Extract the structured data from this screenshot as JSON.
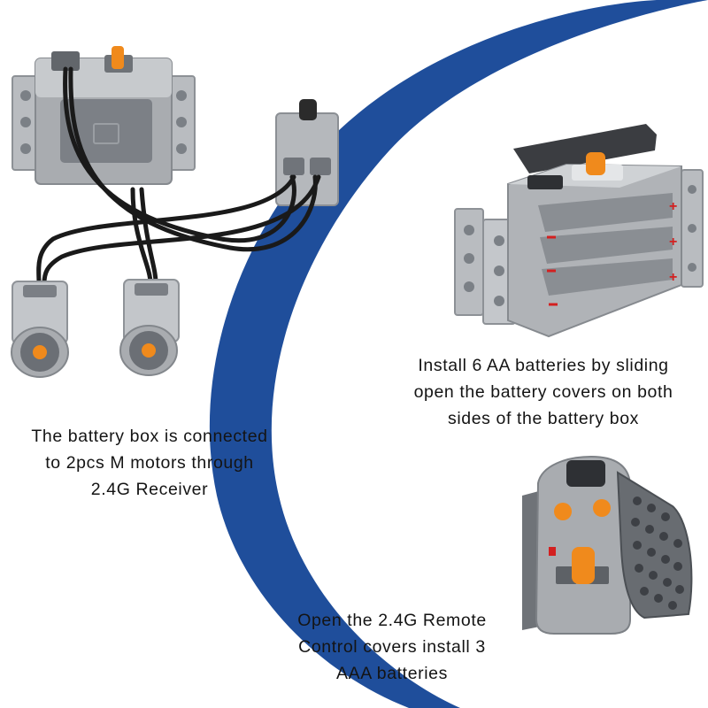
{
  "captions": {
    "battery_connection": {
      "lines": [
        "The battery box is connected",
        "to 2pcs M motors through",
        "2.4G Receiver"
      ]
    },
    "battery_install": {
      "lines": [
        "Install 6 AA batteries by sliding",
        "open the battery covers on both",
        "sides of the battery box"
      ]
    },
    "remote_install": {
      "lines": [
        "Open the 2.4G Remote",
        "Control covers install 3",
        "AAA batteries"
      ]
    }
  },
  "colors": {
    "background": "#ffffff",
    "arc": "#1f4e9b",
    "brick_gray": "#a9acb0",
    "brick_light": "#cfd2d5",
    "dark_gray": "#5d6166",
    "orange": "#f08a1c",
    "cable": "#1a1a1a",
    "polarity_red": "#d32020"
  }
}
